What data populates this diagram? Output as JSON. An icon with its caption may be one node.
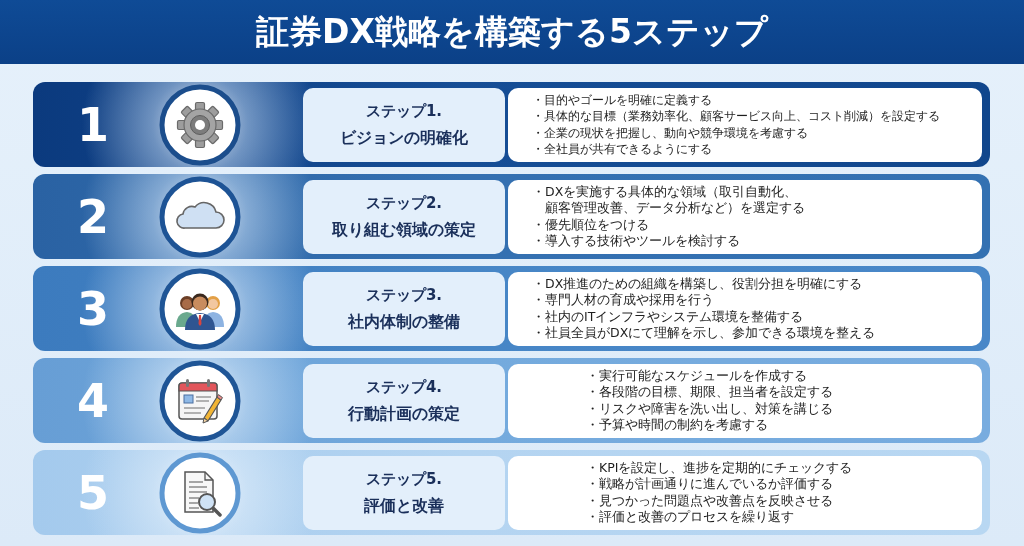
{
  "diagram": {
    "title": "証券DX戦略を構築する5ステップ",
    "nodes": [
      {
        "text": [
          "1"
        ]
      },
      {
        "text": [
          "ステップ1.",
          "ビジョンの明確化"
        ],
        "in": 0
      },
      {
        "text": [
          "・目的やゴールを明確に定義する",
          "・具体的な目標（業務効率化、顧客サービス向上、コスト削減）を設定する",
          "・企業の現状を把握し、動向や競争環境を考慮する",
          "・全社員が共有できるようにする"
        ],
        "in": 0
      },
      {
        "text": [
          "2"
        ]
      },
      {
        "text": [
          "ステップ2.",
          "取り組む領域の策定"
        ],
        "in": 3
      },
      {
        "text": [
          "・DXを実施する具体的な領域（取引自動化、顧客管理改善、データ分析など）を選定する",
          "・優先順位をつける",
          "・導入する技術やツールを検討する"
        ],
        "in": 3
      },
      {
        "text": [
          "3"
        ]
      },
      {
        "text": [
          "ステップ3.",
          "社内体制の整備"
        ],
        "in": 6
      },
      {
        "text": [
          "・DX推進のための組織を構築し、役割分担を明確にする",
          "・専門人材の育成や採用を行う",
          "・社内のITインフラやシステム環境を整備する",
          "・社員全員がDXにて理解を示し、参加できる環境を整える"
        ],
        "in": 6
      },
      {
        "text": [
          "4"
        ]
      },
      {
        "text": [
          "ステップ4.",
          "行動計画の策定"
        ],
        "in": 9
      },
      {
        "text": [
          "・実行可能なスケジュールを作成する",
          "・各段階の目標、期限、担当者を設定する",
          "・リスクや障害を洗い出し、対策を講じる",
          "・予算や時間の制約を考慮する"
        ],
        "in": 9
      },
      {
        "text": [
          "5"
        ]
      },
      {
        "text": [
          "ステップ5.",
          "評価と改善"
        ],
        "in": 12
      },
      {
        "text": [
          "・KPIを設定し、進捗を定期的にチェックする",
          "・戦略が計画通りに進んでいるか評価する",
          "・見つかった問題点や改善点を反映させる",
          "・評価と改善のプロセスを繰り返す"
        ],
        "in": 12
      }
    ]
  }
}
